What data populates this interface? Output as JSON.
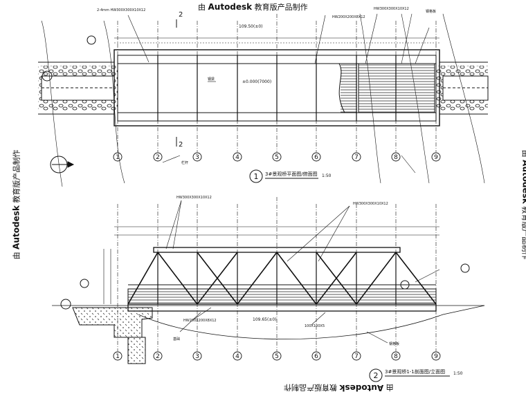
{
  "watermark": {
    "brand": "Autodesk",
    "prefix": "由",
    "suffix": "教育版产品制作"
  },
  "plan_view": {
    "title": "3#景观桥平面图/俯面图",
    "scale": "1:50",
    "number": "1",
    "section_mark": "2",
    "center_label": "±0.000(7000)",
    "elevation_label": "109.50(±0)",
    "axes": [
      "1",
      "2",
      "3",
      "4",
      "5",
      "6",
      "7",
      "8",
      "9"
    ],
    "callouts": [
      "2-4mm HW300X300X10X12",
      "HW200X200X8X12",
      "HW300X300X10X12",
      "钢格板",
      "钢梁",
      "栏杆"
    ]
  },
  "elevation_view": {
    "title": "3#景观桥1-1剖面图/立面图",
    "scale": "1:50",
    "number": "2",
    "elevation_label": "109.65(±0)",
    "callouts": [
      "HW300X300X10X12",
      "HW300X300X10X12",
      "HW200X200X8X12",
      "100X100X5",
      "钢格板",
      "基础"
    ],
    "axes": [
      "1",
      "2",
      "3",
      "4",
      "5",
      "6",
      "7",
      "8",
      "9"
    ]
  }
}
